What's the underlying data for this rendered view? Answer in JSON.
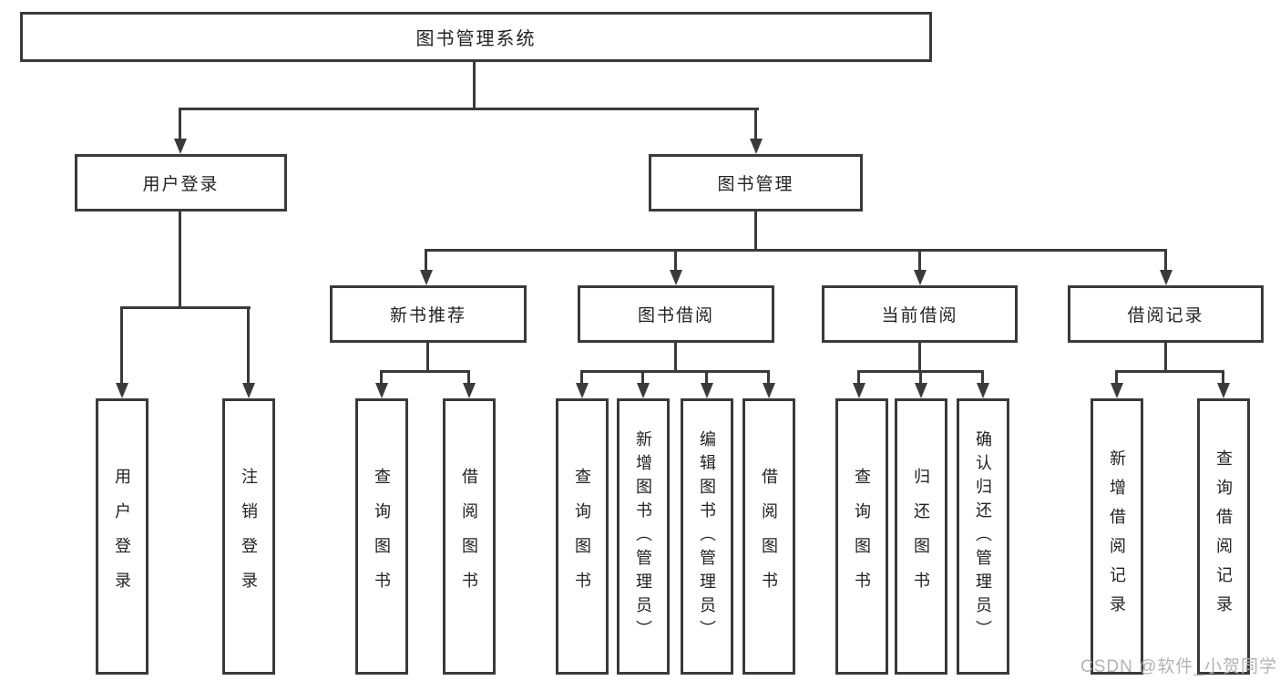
{
  "diagram": {
    "root": {
      "label": "图书管理系统"
    },
    "branches": [
      {
        "label": "用户登录",
        "children": [
          {
            "label": "用户登录"
          },
          {
            "label": "注销登录"
          }
        ]
      },
      {
        "label": "图书管理",
        "children": [
          {
            "label": "新书推荐",
            "children": [
              {
                "label": "查询图书"
              },
              {
                "label": "借阅图书"
              }
            ]
          },
          {
            "label": "图书借阅",
            "children": [
              {
                "label": "查询图书"
              },
              {
                "label": "新增图书（管理员）"
              },
              {
                "label": "编辑图书（管理员）"
              },
              {
                "label": "借阅图书"
              }
            ]
          },
          {
            "label": "当前借阅",
            "children": [
              {
                "label": "查询图书"
              },
              {
                "label": "归还图书"
              },
              {
                "label": "确认归还（管理员）"
              }
            ]
          },
          {
            "label": "借阅记录",
            "children": [
              {
                "label": "新增借阅记录"
              },
              {
                "label": "查询借阅记录"
              }
            ]
          }
        ]
      }
    ]
  },
  "watermark": {
    "text": "CSDN @软件_小贺同学"
  },
  "colors": {
    "line": "#3a3a3a",
    "border": "#3a3a3a",
    "text": "#222222",
    "watermark": "#b3b3b3",
    "background": "#ffffff"
  }
}
